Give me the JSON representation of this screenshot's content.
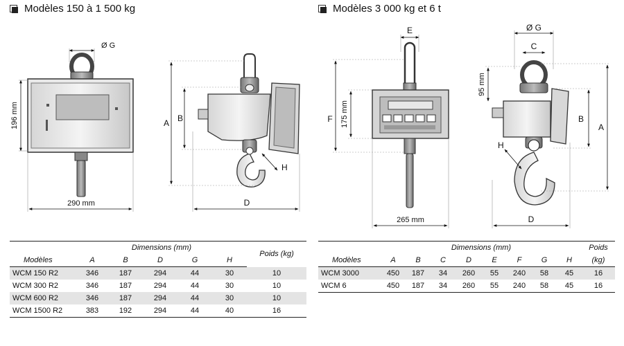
{
  "left": {
    "title": "Modèles 150 à 1 500 kg",
    "dims": {
      "g": "Ø G",
      "h196": "196 mm",
      "w290": "290 mm",
      "a": "A",
      "b": "B",
      "d": "D",
      "h": "H"
    },
    "table": {
      "group": "Dimensions (mm)",
      "headers": [
        "Modèles",
        "A",
        "B",
        "D",
        "G",
        "H",
        "Poids (kg)"
      ],
      "rows": [
        [
          "WCM 150 R2",
          "346",
          "187",
          "294",
          "44",
          "30",
          "10"
        ],
        [
          "WCM 300 R2",
          "346",
          "187",
          "294",
          "44",
          "30",
          "10"
        ],
        [
          "WCM 600 R2",
          "346",
          "187",
          "294",
          "44",
          "30",
          "10"
        ],
        [
          "WCM 1500 R2",
          "383",
          "192",
          "294",
          "44",
          "40",
          "16"
        ]
      ]
    }
  },
  "right": {
    "title": "Modèles 3 000 kg et 6 t",
    "dims": {
      "e": "E",
      "f": "F",
      "h175": "175 mm",
      "w265": "265 mm",
      "g": "Ø G",
      "c": "C",
      "h95": "95 mm",
      "b": "B",
      "a": "A",
      "h": "H",
      "d": "D"
    },
    "table": {
      "group": "Dimensions (mm)",
      "headers": [
        "Modèles",
        "A",
        "B",
        "C",
        "D",
        "E",
        "F",
        "G",
        "H",
        "Poids",
        "(kg)"
      ],
      "rows": [
        [
          "WCM 3000",
          "450",
          "187",
          "34",
          "260",
          "55",
          "240",
          "58",
          "45",
          "16"
        ],
        [
          "WCM 6",
          "450",
          "187",
          "34",
          "260",
          "55",
          "240",
          "58",
          "45",
          "16"
        ]
      ]
    }
  }
}
